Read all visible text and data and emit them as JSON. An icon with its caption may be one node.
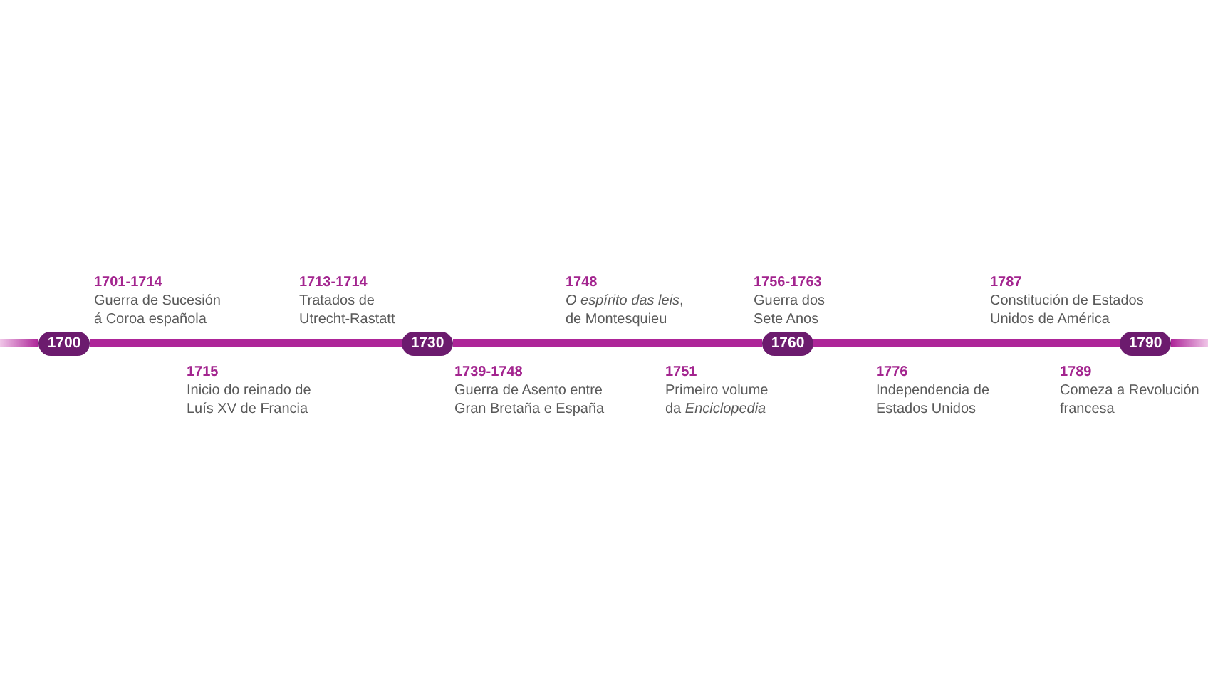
{
  "diagram": {
    "nodes": [
      {
        "text": [
          "1700"
        ]
      },
      {
        "text": [
          "1730"
        ]
      },
      {
        "text": [
          "1760"
        ]
      },
      {
        "text": [
          "1790"
        ]
      }
    ],
    "edges": [
      {
        "from": null,
        "to": 0,
        "arrow": "none"
      },
      {
        "from": 0,
        "to": 1,
        "arrow": "none"
      },
      {
        "from": 1,
        "to": 2,
        "arrow": "none"
      },
      {
        "from": 2,
        "to": 3,
        "arrow": "none"
      },
      {
        "from": 3,
        "to": null,
        "arrow": "none"
      }
    ],
    "labels": [
      "1701-1714",
      "Guerra de Sucesión á Coroa española",
      "1715",
      "Inicio do reinado de Luís XV de Francia",
      "1713-1714",
      "Tratados de Utrecht-Rastatt",
      "1739-1748",
      "Guerra de Asento entre Gran Bretaña e España",
      "1748",
      "*O espírito das leis*, de Montesquieu",
      "1751",
      "Primeiro volume da *Enciclopedia*",
      "1756-1763",
      "Guerra dos Sete Anos",
      "1776",
      "Independencia de Estados Unidos",
      "1787",
      "Constitución de Estados Unidos de América",
      "1789",
      "Comeza a Revolución francesa"
    ]
  }
}
